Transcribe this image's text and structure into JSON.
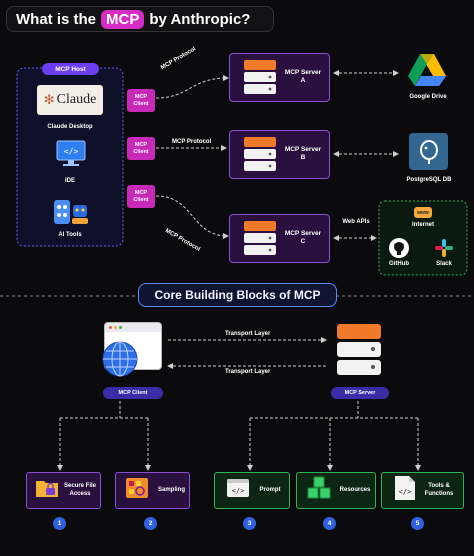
{
  "title": {
    "prefix": "What is the",
    "highlight": "MCP",
    "suffix": "by Anthropic?"
  },
  "host": {
    "label": "MCP Host",
    "apps": [
      {
        "name": "Claude Desktop",
        "logo_text": "Claude",
        "icon": "claude-logo"
      },
      {
        "name": "IDE",
        "icon": "code-monitor-icon"
      },
      {
        "name": "AI Tools",
        "icon": "ai-tools-icon"
      }
    ]
  },
  "clients": [
    {
      "label": "MCP Client"
    },
    {
      "label": "MCP Client"
    },
    {
      "label": "MCP Client"
    }
  ],
  "protocol_label": "MCP Protocol",
  "servers": [
    {
      "label": "MCP Server A"
    },
    {
      "label": "MCP Server B"
    },
    {
      "label": "MCP Server C"
    }
  ],
  "targets": {
    "google_drive": "Google Drive",
    "postgres": "PostgreSQL DB",
    "web_apis": "Web APIs",
    "internet": "Internet",
    "github": "GitHub",
    "slack": "Slack"
  },
  "core": {
    "title": "Core Building Blocks of MCP",
    "client_label": "MCP Client",
    "server_label": "MCP Server",
    "transport_top": "Transport Layer",
    "transport_bottom": "Transport Layer",
    "blocks": [
      {
        "label": "Secure File Access",
        "number": "1",
        "icon": "folder-lock-icon"
      },
      {
        "label": "Sampling",
        "number": "2",
        "icon": "sampling-grid-icon"
      },
      {
        "label": "Prompt",
        "number": "3",
        "icon": "prompt-window-icon"
      },
      {
        "label": "Resources",
        "number": "4",
        "icon": "cubes-icon"
      },
      {
        "label": "Tools & Functions",
        "number": "5",
        "icon": "code-file-icon"
      }
    ]
  },
  "colors": {
    "background": "#0b0b0d",
    "accent_magenta": "#d62cc6",
    "host_border": "#6a5cff",
    "server_fill": "#29103f",
    "server_border": "#8a4fd0",
    "green": "#2bb457",
    "blue": "#2f62e0"
  }
}
